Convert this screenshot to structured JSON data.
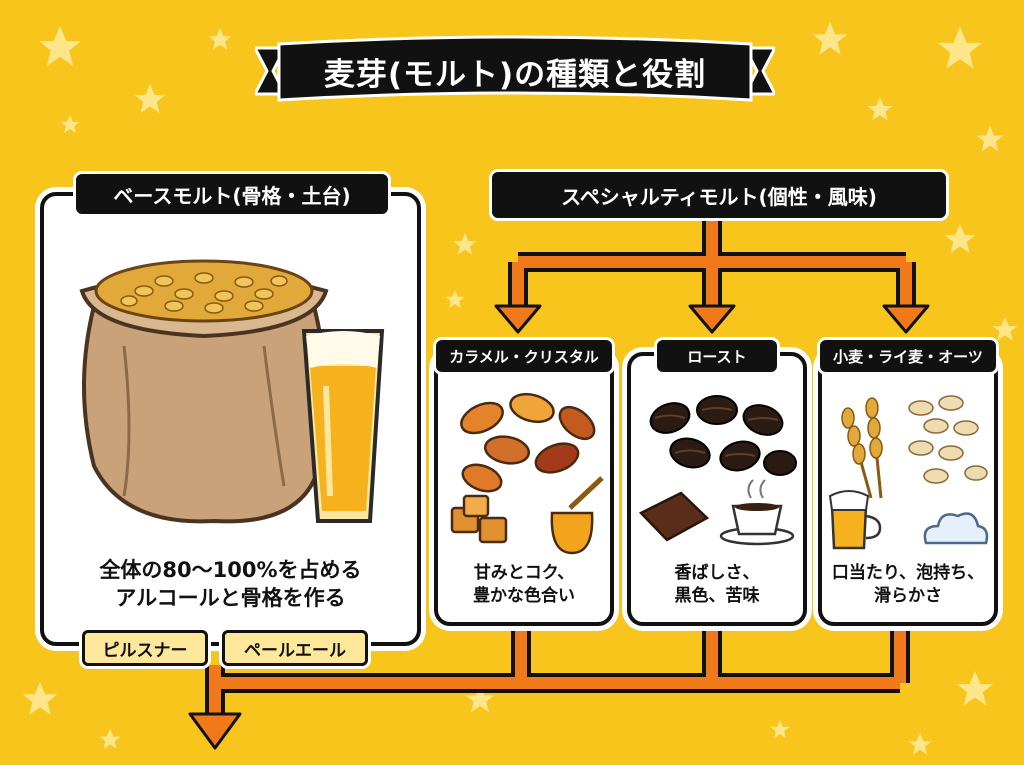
{
  "title": "麦芽(モルト)の種類と役割",
  "base": {
    "label": "ベースモルト(骨格・土台)",
    "description_lines": [
      "全体の80〜100%を占める",
      "アルコールと骨格を作る"
    ],
    "tags": [
      "ピルスナー",
      "ペールエール"
    ]
  },
  "specialty": {
    "label": "スペシャルティモルト(個性・風味)",
    "items": [
      {
        "label": "カラメル・クリスタル",
        "description_lines": [
          "甘みとコク、",
          "豊かな色合い"
        ]
      },
      {
        "label": "ロースト",
        "description_lines": [
          "香ばしさ、",
          "黒色、苦味"
        ]
      },
      {
        "label": "小麦・ライ麦・オーツ",
        "description_lines": [
          "口当たり、泡持ち、",
          "滑らかさ"
        ]
      }
    ]
  },
  "colors": {
    "background": "#f7c51c",
    "arrow": "#f07a1a",
    "label": "#111111",
    "tag": "#fde79a"
  }
}
